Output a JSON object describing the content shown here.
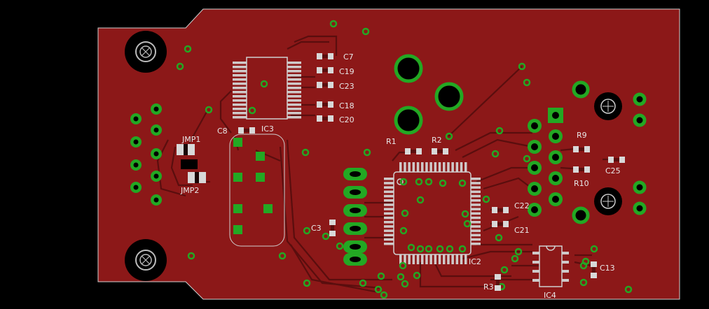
{
  "colors": {
    "background": "#000000",
    "board": "#8c1818",
    "trace": "#c02020",
    "trace_dark": "#5a0e0e",
    "pad": "#d8d8d8",
    "pad_smd": "#cfc9c9",
    "via_ring": "#23a823",
    "outline": "#cfcfcf",
    "silk": "#e8e8e8",
    "hole": "#000000"
  },
  "labels": {
    "c7": "C7",
    "c19": "C19",
    "c23": "C23",
    "c18": "C18",
    "c20": "C20",
    "ic3": "IC3",
    "c8": "C8",
    "jmp1": "JMP1",
    "jmp2": "JMP2",
    "r1": "R1",
    "r2": "R2",
    "r9": "R9",
    "r10": "R10",
    "c25": "C25",
    "c22": "C22",
    "c21": "C21",
    "c3": "C3",
    "ic2": "IC2",
    "r3": "R3",
    "ic4": "IC4",
    "c13": "C13"
  }
}
